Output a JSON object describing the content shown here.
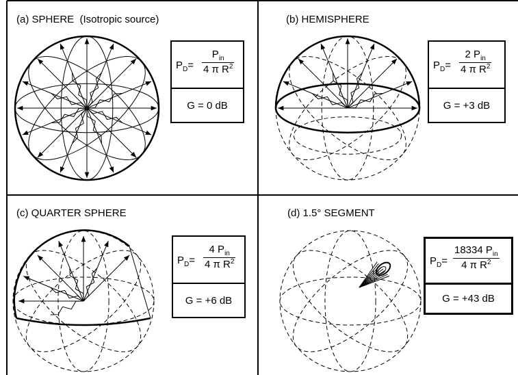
{
  "panels": [
    {
      "title": "(a) SPHERE  (Isotropic source)",
      "pd_prefix": "P",
      "pd_sub": "D",
      "eq": "=",
      "num_text": "P",
      "num_sub": "in",
      "den_text": "4 π R",
      "den_sup": "2",
      "gain": "G = 0 dB"
    },
    {
      "title": "(b) HEMISPHERE",
      "pd_prefix": "P",
      "pd_sub": "D",
      "eq": "=",
      "num_text": "2 P",
      "num_sub": "in",
      "den_text": "4 π R",
      "den_sup": "2",
      "gain": "G = +3 dB"
    },
    {
      "title": "(c) QUARTER SPHERE",
      "pd_prefix": "P",
      "pd_sub": "D",
      "eq": "=",
      "num_text": "4 P",
      "num_sub": "in",
      "den_text": "4 π R",
      "den_sup": "2",
      "gain": "G = +6 dB"
    },
    {
      "title": "(d) 1.5° SEGMENT",
      "pd_prefix": "P",
      "pd_sub": "D",
      "eq": "=",
      "num_text": "18334 P",
      "num_sub": "in",
      "den_text": "4 π R",
      "den_sup": "2",
      "gain": "G = +43 dB"
    }
  ]
}
